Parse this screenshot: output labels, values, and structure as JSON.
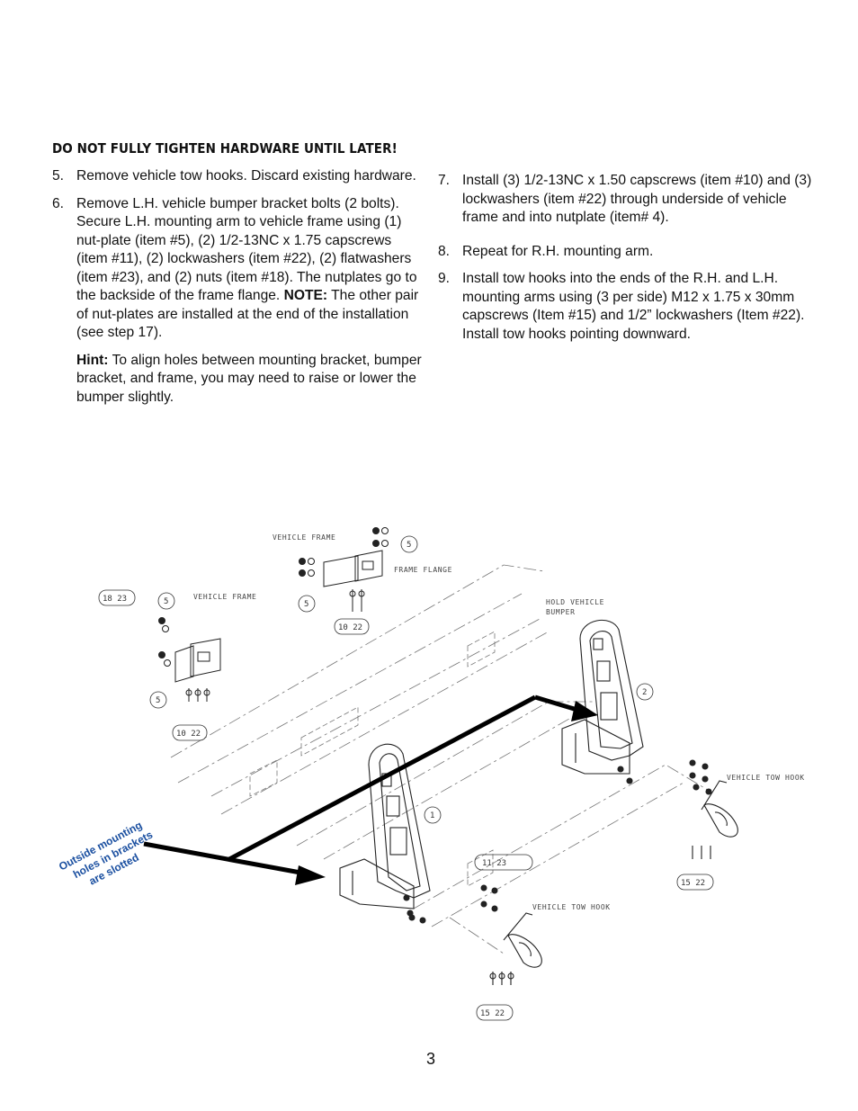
{
  "heading": "DO NOT FULLY TIGHTEN HARDWARE UNTIL LATER!",
  "steps_left": [
    {
      "num": "5.",
      "text": "Remove vehicle tow hooks. Discard existing hardware."
    },
    {
      "num": "6.",
      "text_a": "Remove L.H. vehicle bumper bracket bolts (2 bolts). Secure L.H. mounting arm to vehicle frame using (1) nut-plate (item #5), (2) 1/2-13NC x 1.75 capscrews (item #11), (2) lockwashers (item #22), (2) flatwashers (item #23), and (2) nuts (item #18). The nutplates go to the backside of the frame flange. ",
      "note_label": "NOTE:",
      "text_b": " The other pair of nut-plates are installed at the end of the installation (see step 17)."
    }
  ],
  "hint": {
    "label": "Hint:",
    "text": " To align holes between mounting bracket, bumper bracket, and frame, you may need to raise or lower the bumper slightly."
  },
  "steps_right": [
    {
      "num": "7.",
      "text": "Install (3) 1/2-13NC x 1.50 capscrews (item #10) and (3) lockwashers (item #22) through underside of vehicle frame and into nutplate (item# 4)."
    },
    {
      "num": "8.",
      "text": "Repeat for R.H. mounting arm."
    },
    {
      "num": "9.",
      "text": "Install tow hooks into the ends of the R.H. and L.H. mounting arms using (3 per side) M12 x 1.75 x 30mm capscrews (Item #15) and 1/2” lockwashers (Item #22). Install tow hooks pointing downward."
    }
  ],
  "diagram": {
    "labels": {
      "vehicle_frame_top": "VEHICLE FRAME",
      "frame_flange": "FRAME FLANGE",
      "vehicle_frame_left": "VEHICLE FRAME",
      "hold_bumper_1": "HOLD VEHICLE",
      "hold_bumper_2": "BUMPER",
      "tow_hook_right": "VEHICLE TOW HOOK",
      "tow_hook_bottom": "VEHICLE TOW HOOK"
    },
    "tags": {
      "t18_23": "18 23",
      "t5a": "5",
      "t5b": "5",
      "t5c": "5",
      "t5d": "5",
      "t10_22a": "10 22",
      "t10_22b": "10 22",
      "t2": "2",
      "t1": "1",
      "t11_23": "11 23",
      "t15_22a": "15 22",
      "t15_22b": "15 22"
    },
    "callout": [
      "Outside mounting",
      "holes in brackets",
      "are slotted"
    ]
  },
  "page_number": "3"
}
